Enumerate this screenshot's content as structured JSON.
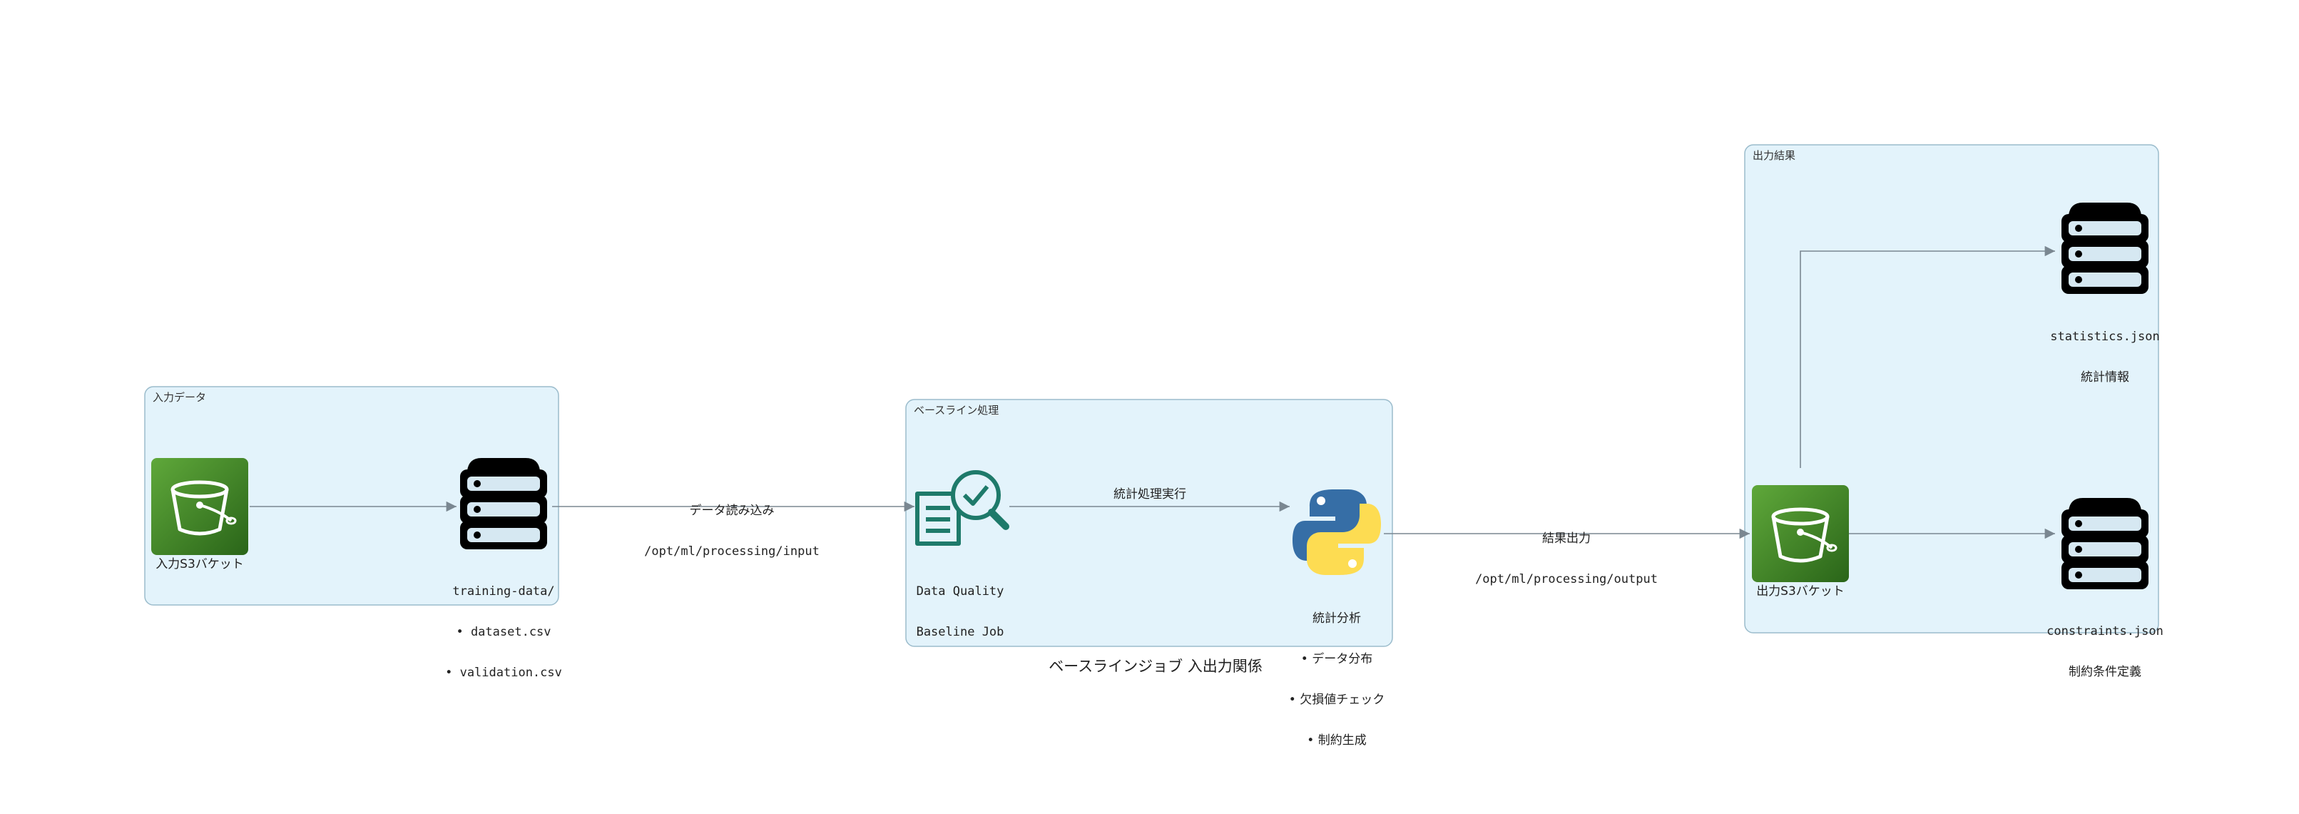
{
  "title": "ベースラインジョブ 入出力関係",
  "colors": {
    "cluster_fill": "#e3f3fb",
    "cluster_stroke": "#9bbccc",
    "s3_green_top": "#5a9f35",
    "s3_green_bottom": "#2e6b1c",
    "edge": "#7a8791",
    "teal": "#1e7a6a",
    "python_blue": "#366ea6",
    "python_yellow": "#fddc52"
  },
  "clusters": {
    "input": {
      "title": "入力データ"
    },
    "baseline": {
      "title": "ベースライン処理"
    },
    "output": {
      "title": "出力結果"
    }
  },
  "nodes": {
    "input_bucket": {
      "label": "入力S3バケット",
      "icon": "s3-bucket-icon"
    },
    "training_data": {
      "label_lines": [
        "training-data/",
        "• dataset.csv",
        "• validation.csv"
      ],
      "icon": "storage-stack-icon"
    },
    "baseline_job": {
      "label_lines": [
        "Data Quality",
        "Baseline Job"
      ],
      "icon": "document-search-icon"
    },
    "stats_analysis": {
      "label_lines": [
        "統計分析",
        "• データ分布",
        "• 欠損値チェック",
        "• 制約生成"
      ],
      "icon": "python-icon"
    },
    "output_bucket": {
      "label": "出力S3バケット",
      "icon": "s3-bucket-icon"
    },
    "statistics": {
      "label_lines": [
        "statistics.json",
        "統計情報"
      ],
      "icon": "storage-stack-icon"
    },
    "constraints": {
      "label_lines": [
        "constraints.json",
        "制約条件定義"
      ],
      "icon": "storage-stack-icon"
    }
  },
  "edges": {
    "read_input": {
      "label_lines": [
        "データ読み込み",
        "/opt/ml/processing/input"
      ]
    },
    "run_stats": {
      "label": "統計処理実行"
    },
    "write_output": {
      "label_lines": [
        "結果出力",
        "/opt/ml/processing/output"
      ]
    }
  }
}
